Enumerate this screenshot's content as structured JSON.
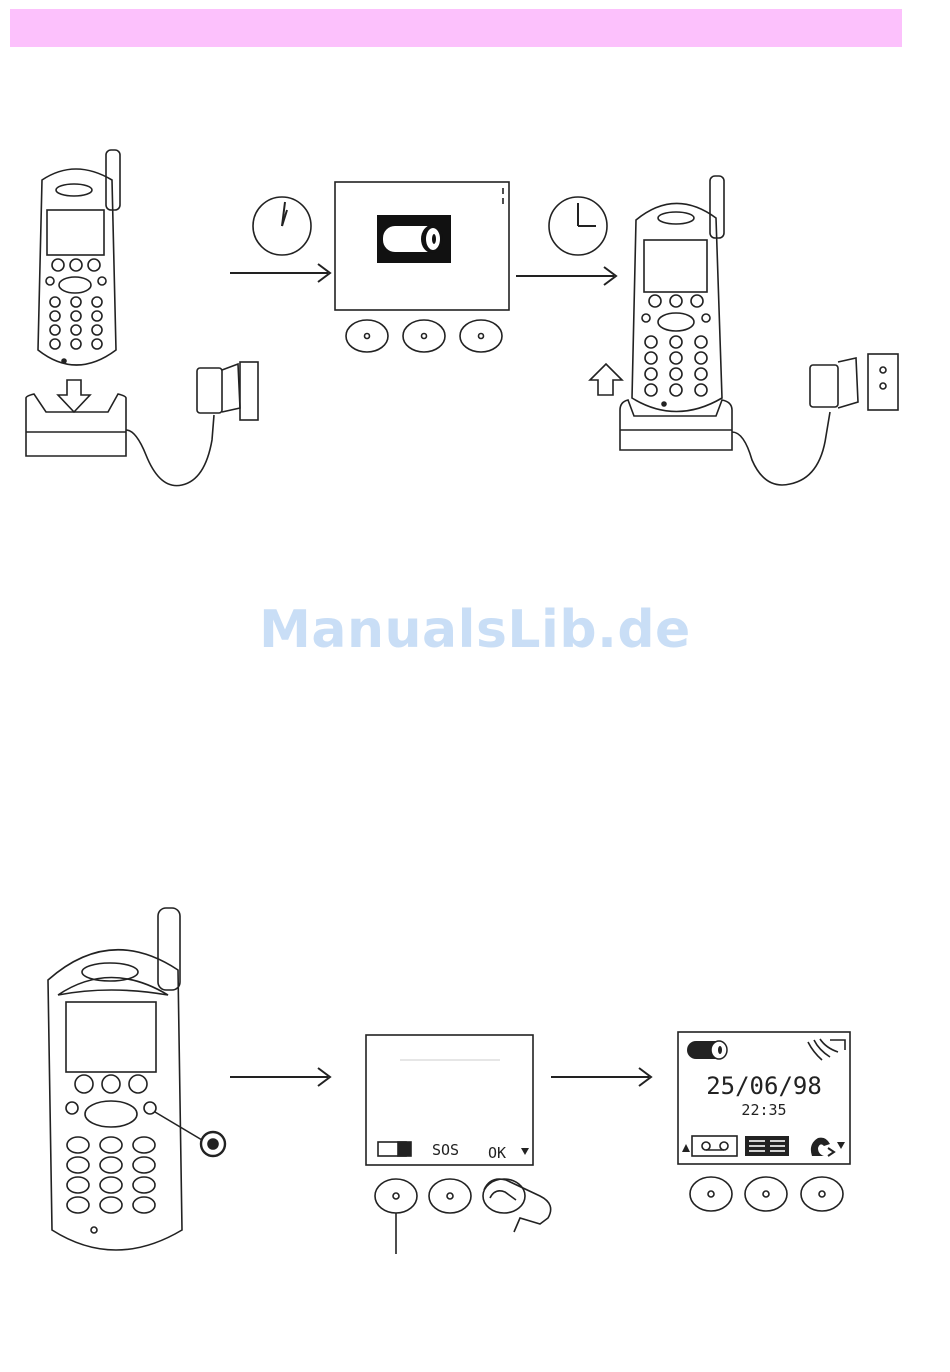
{
  "watermark": {
    "text": "ManualsLib.de"
  },
  "figure_bottom": {
    "display_left": {
      "softkey_mid": "SOS",
      "softkey_right": "OK"
    },
    "display_right": {
      "date": "25/06/98",
      "time": "22:35"
    }
  }
}
